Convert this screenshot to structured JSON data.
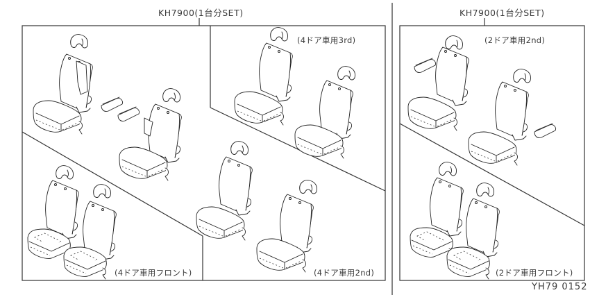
{
  "diagram": {
    "title_left": "KH7900(1台分SET)",
    "title_right": "KH7900(1台分SET)",
    "figure_code": "YH79 0152",
    "panels": {
      "left": {
        "sections": [
          {
            "id": "4door-3rd",
            "label": "(4ドア車用3rd)"
          },
          {
            "id": "4door-front",
            "label": "(4ドア車用フロント)"
          },
          {
            "id": "4door-2nd",
            "label": "(4ドア車用2nd)"
          }
        ]
      },
      "right": {
        "sections": [
          {
            "id": "2door-2nd",
            "label": "(2ドア車用2nd)"
          },
          {
            "id": "2door-front",
            "label": "(2ドア車用フロント)"
          }
        ]
      }
    },
    "colors": {
      "line": "#333333",
      "background": "#ffffff"
    }
  }
}
